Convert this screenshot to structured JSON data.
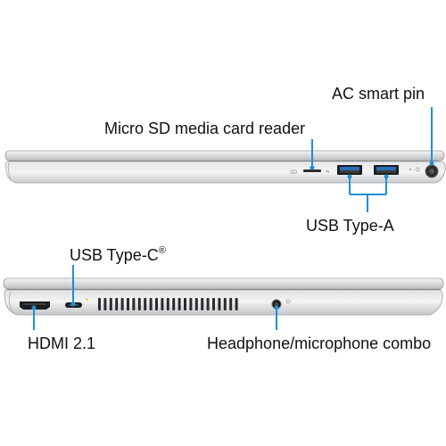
{
  "labels": {
    "ac_smart_pin": "AC smart pin",
    "micro_sd": "Micro SD media card reader",
    "usb_type_a": "USB Type-A",
    "usb_type_c": "USB Type-C",
    "usb_type_c_mark": "®",
    "hdmi": "HDMI 2.1",
    "headphone": "Headphone/microphone combo"
  },
  "port_markings": {
    "sd_glyph": "SD"
  },
  "colors": {
    "callout": "#1e90d6",
    "chassis_light": "#e9eaec",
    "chassis_mid": "#cfd1d4",
    "chassis_dark": "#8f9296",
    "port_blue": "#2a6fb8"
  },
  "icons": {
    "usb_a": "usb-a-port-icon",
    "usb_c": "usb-c-port-icon",
    "hdmi": "hdmi-port-icon",
    "audio": "headphone-jack-icon",
    "power": "power-pin-icon",
    "sd": "sd-card-slot-icon"
  }
}
